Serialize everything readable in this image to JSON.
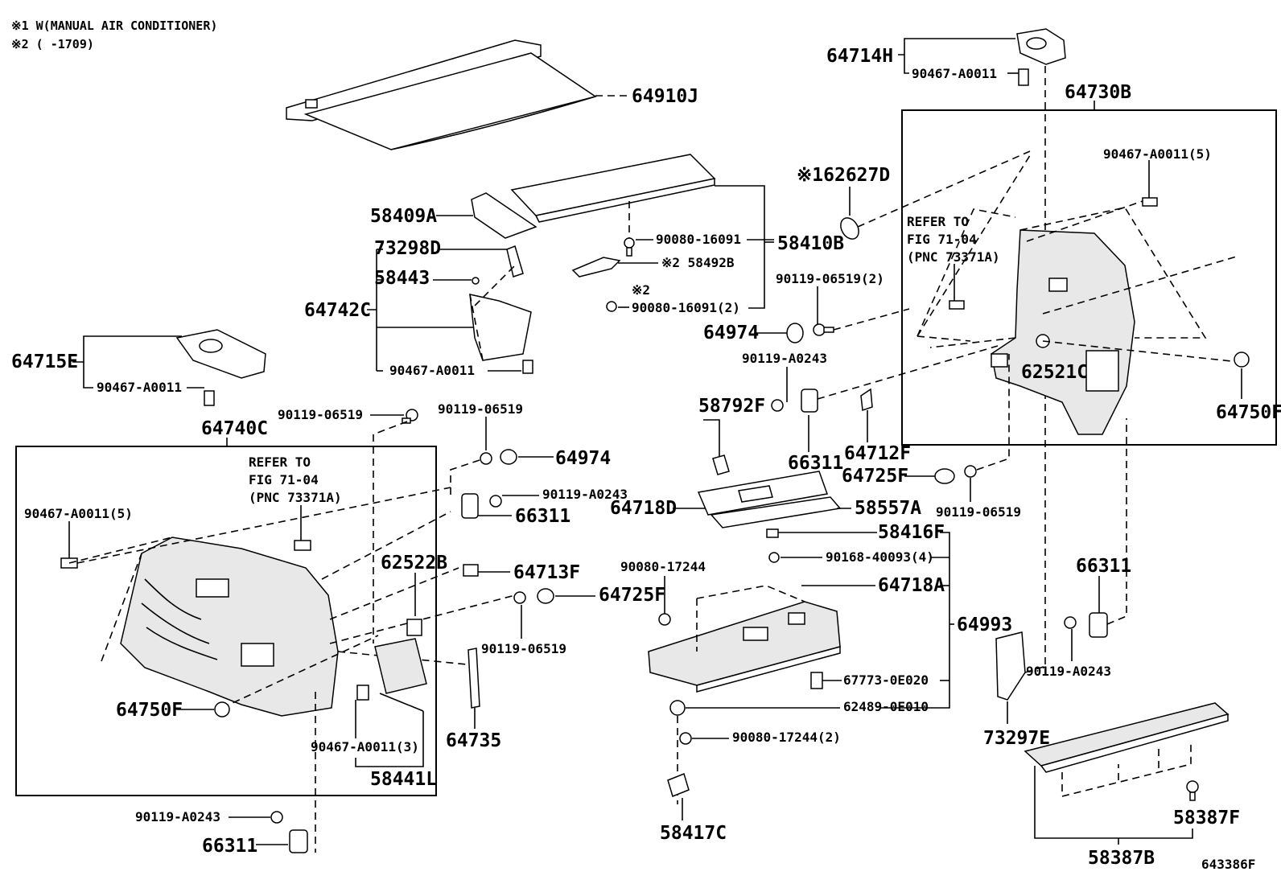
{
  "notes": {
    "note1": "※1 W(MANUAL AIR CONDITIONER)",
    "note2": "※2 (      -1709)"
  },
  "diagram_id": "643386F",
  "labels": {
    "p64910J": "64910J",
    "p64714H": "64714H",
    "p90467_top": "90467-A0011",
    "p64730B": "64730B",
    "p90467_5_right": "90467-A0011(5)",
    "refer_right_1": "REFER TO",
    "refer_right_2": "FIG 71-04",
    "refer_right_3": "(PNC 73371A)",
    "p62627D": "※162627D",
    "p58409A": "58409A",
    "p90080_16091": "90080-16091",
    "p58410B": "58410B",
    "p73298D": "73298D",
    "p58492B": "※2 58492B",
    "p58443": "58443",
    "p_note2_small": "※2",
    "p90080_16091_2": "90080-16091(2)",
    "p90119_06519_2": "90119-06519(2)",
    "p64742C": "64742C",
    "p64974_top": "64974",
    "p90119_A0243_mid": "90119-A0243",
    "p62521C": "62521C",
    "p64715E": "64715E",
    "p90467_mid": "90467-A0011",
    "p90467_left": "90467-A0011",
    "p64750F_right": "64750F",
    "p90119_06519_a": "90119-06519",
    "p90119_06519_b": "90119-06519",
    "p58792F": "58792F",
    "p64740C": "64740C",
    "p66311_mid": "66311",
    "p64712F": "64712F",
    "refer_left_1": "REFER TO",
    "refer_left_2": "FIG 71-04",
    "refer_left_3": "(PNC 73371A)",
    "p64974_mid": "64974",
    "p64725F_right": "64725F",
    "p90119_A0243_b": "90119-A0243",
    "p64718D": "64718D",
    "p58557A": "58557A",
    "p90467_5_left": "90467-A0011(5)",
    "p66311_b": "66311",
    "p90119_06519_c": "90119-06519",
    "p58416F": "58416F",
    "p62522B": "62522B",
    "p64713F": "64713F",
    "p90080_17244": "90080-17244",
    "p90168_40093": "90168-40093(4)",
    "p66311_right": "66311",
    "p64725F_mid": "64725F",
    "p64718A": "64718A",
    "p64993": "64993",
    "p90119_06519_d": "90119-06519",
    "p90119_A0243_r": "90119-A0243",
    "p67773": "67773-0E020",
    "p64750F_left": "64750F",
    "p62489": "62489-0E010",
    "p90467_3": "90467-A0011(3)",
    "p64735": "64735",
    "p73297E": "73297E",
    "p58441L": "58441L",
    "p90080_17244_2": "90080-17244(2)",
    "p90119_A0243_bl": "90119-A0243",
    "p58387F": "58387F",
    "p66311_bl": "66311",
    "p58417C": "58417C",
    "p58387B": "58387B"
  }
}
